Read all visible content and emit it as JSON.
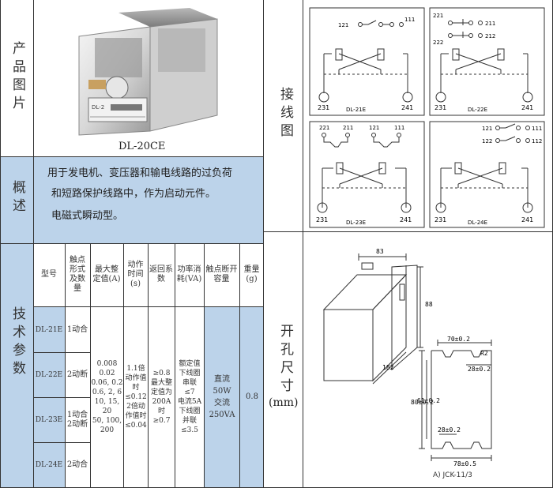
{
  "left": {
    "product_label": "产品图片",
    "product_caption": "DL-20CE",
    "overview_label": "概述",
    "overview_line1": "用于发电机、变压器和输电线路的过负荷",
    "overview_line2": "和短路保护线路中，作为启动元件。",
    "overview_line3": "电磁式瞬动型。",
    "tech_label": "技术参数"
  },
  "photo": {
    "face_text": "DL-2"
  },
  "table": {
    "headers": [
      "型号",
      "触点形式及数量",
      "最大整定值(A)",
      "动作时间(s)",
      "返回系数",
      "功率消耗(VA)",
      "触点断开容量",
      "重量(g)"
    ],
    "rows": [
      {
        "model": "DL-21E",
        "contact": "1动合"
      },
      {
        "model": "DL-22E",
        "contact": "2动断"
      },
      {
        "model": "DL-23E",
        "contact": "1动合\n2动断"
      },
      {
        "model": "DL-24E",
        "contact": "2动合"
      }
    ],
    "max_setting": "0.008\n0.02\n0.06, 0.2\n0.6, 2, 6\n10, 15, 20\n50, 100,\n200",
    "action_time": "1.1倍\n动作值时\n≤0.12\n2倍动\n作值时\n≤0.04",
    "return_coef": "≥0.8\n最大整\n定值为\n200A\n时\n≥0.7",
    "power": "额定值\n下线圈\n串联\n≤7\n电流5A\n下线圈\n并联\n≤3.5",
    "capacity": "直流\n50W\n交流\n250VA",
    "weight": "0.8"
  },
  "right": {
    "wiring_label": "接线图",
    "cutout_label_line1": "开孔尺寸",
    "cutout_label_line2": "(mm)"
  },
  "wiring": {
    "d1": {
      "name": "DL-21E",
      "t_in": "121",
      "t_out": "111",
      "b_left": "231",
      "b_right": "241"
    },
    "d2": {
      "name": "DL-22E",
      "t1": "221",
      "t2": "211",
      "t3": "222",
      "t4": "212",
      "b_left": "231",
      "b_right": "241"
    },
    "d3": {
      "name": "DL-23E",
      "t1": "221",
      "t2": "211",
      "t3": "121",
      "t4": "111",
      "b_left": "231",
      "b_right": "241"
    },
    "d4": {
      "name": "DL-24E",
      "t1": "121",
      "t2": "111",
      "t3": "122",
      "t4": "112",
      "b_left": "231",
      "b_right": "241"
    }
  },
  "cutout": {
    "dim_width": "83",
    "dim_height": "88",
    "dim_depth": "182",
    "dim_top": "70±0.2",
    "dim_r": "R2",
    "dim_side": "28±0.2",
    "dim_left": "80±0.2",
    "dim_inner": "61±0.2",
    "dim_bottom_small": "28±0.2",
    "dim_bottom": "78±0.5",
    "caption": "A) JCK-11/3"
  },
  "colors": {
    "blue": "#bcd3ea",
    "border": "#333333"
  }
}
